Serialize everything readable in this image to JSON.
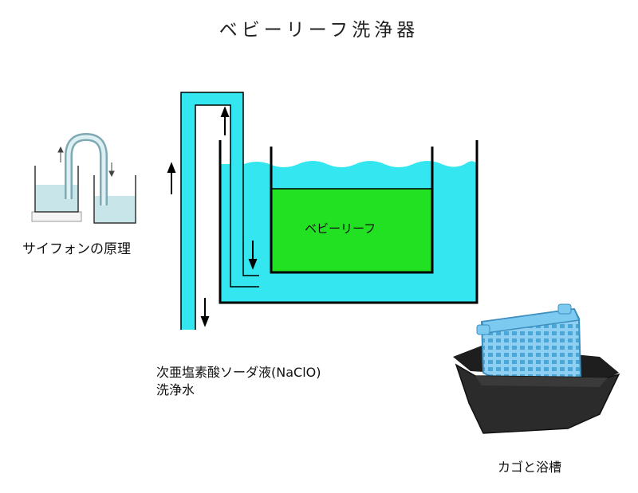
{
  "title": "ベビーリーフ洗浄器",
  "siphon_caption": "サイフォンの原理",
  "leaf_label": "ベビーリーフ",
  "solution_label": "次亜塩素酸ソーダ液(NaClO)",
  "rinse_label": "洗浄水",
  "basket_caption": "カゴと浴槽",
  "colors": {
    "water": "#33e6f0",
    "leaf": "#22e022",
    "tub": "#2a2a2a",
    "basket": "#6fc0ea",
    "outline": "#000000",
    "siphon_water": "#c8e6ea"
  }
}
